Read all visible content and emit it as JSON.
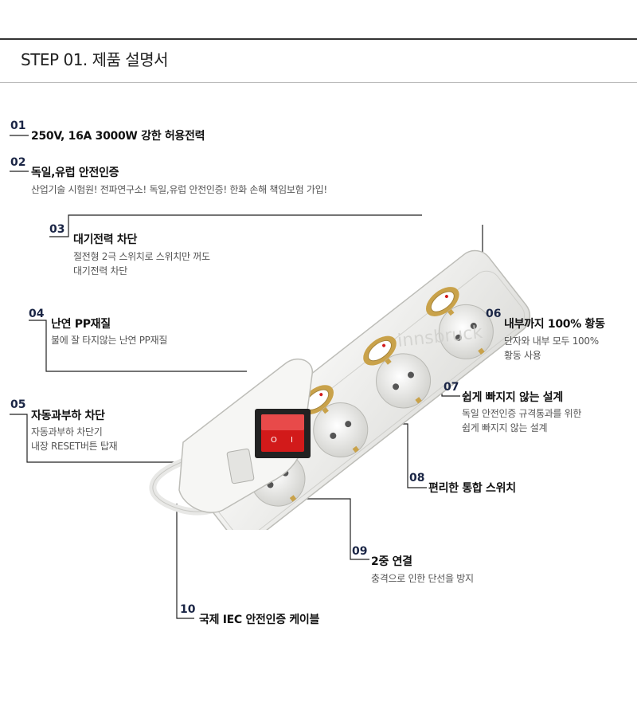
{
  "header": {
    "title": "STEP 01. 제품 설명서"
  },
  "features": [
    {
      "num": "01",
      "title": "250V, 16A 3000W 강한 허용전력",
      "desc": []
    },
    {
      "num": "02",
      "title": "독일,유럽 안전인증",
      "desc": [
        "산업기술 시험원! 전파연구소! 독일,유럽 안전인증! 한화 손해 책임보험 가입!"
      ]
    },
    {
      "num": "03",
      "title": "대기전력 차단",
      "desc": [
        "절전형 2극 스위치로 스위치만 꺼도",
        "대기전력 차단"
      ]
    },
    {
      "num": "04",
      "title": "난연 PP재질",
      "desc": [
        "불에 잘 타지않는 난연 PP재질"
      ]
    },
    {
      "num": "05",
      "title": "자동과부하 차단",
      "desc": [
        "자동과부하 차단기",
        "내장 RESET버튼 탑재"
      ]
    },
    {
      "num": "06",
      "title": "내부까지 100% 황동",
      "desc": [
        "단자와 내부 모두 100%",
        "황동 사용"
      ]
    },
    {
      "num": "07",
      "title": "쉽게 빠지지 않는 설계",
      "desc": [
        "독일 안전인증 규격통과를 위한",
        "쉽게 빠지지 않는 설계"
      ]
    },
    {
      "num": "08",
      "title": "편리한 통합 스위치",
      "desc": []
    },
    {
      "num": "09",
      "title": "2중 연결",
      "desc": [
        "충격으로 인한 단선을 방지"
      ]
    },
    {
      "num": "10",
      "title": "국제 IEC 안전인증 케이블",
      "desc": []
    }
  ],
  "product": {
    "watermark": "innsbruck",
    "body_color": "#f2f2f0",
    "switch_ring_color": "#c9a24a",
    "main_switch_color": "#d21a1a"
  }
}
